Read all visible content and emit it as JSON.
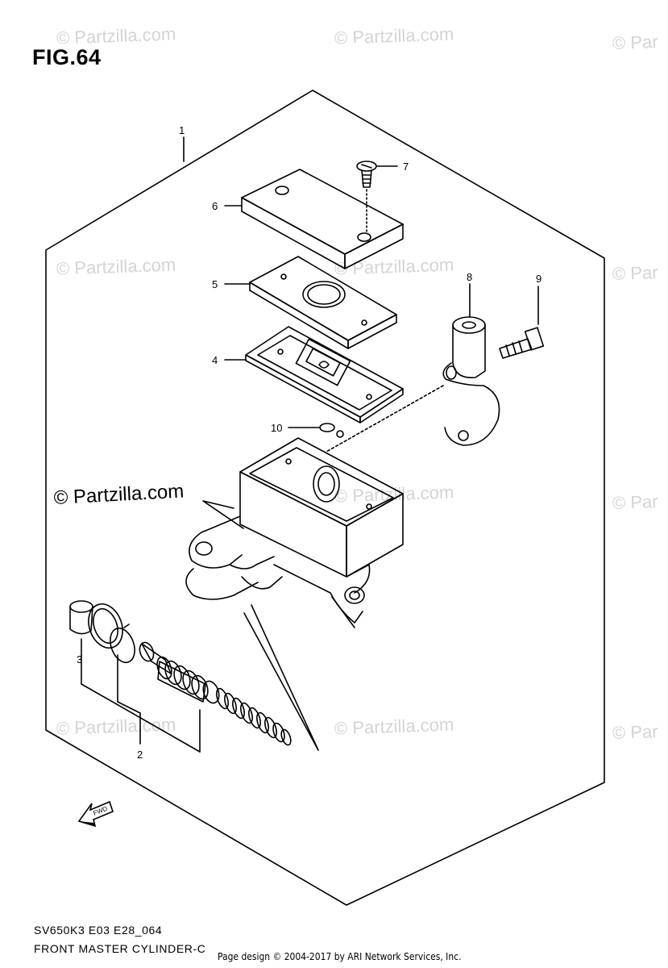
{
  "figure_title": "FIG.64",
  "footer": {
    "model_code": "SV650K3 E03 E28_064",
    "section_name": "FRONT MASTER CYLINDER-C"
  },
  "credit": "Page design © 2004-2017 by ARI Network Services, Inc.",
  "watermark": {
    "text": "© Partzilla.com",
    "partial_text": "© Par",
    "main_text": "© Partzilla.com"
  },
  "callouts": [
    "1",
    "2",
    "3",
    "4",
    "5",
    "6",
    "7",
    "8",
    "9",
    "10"
  ],
  "direction_marker": "FWD"
}
